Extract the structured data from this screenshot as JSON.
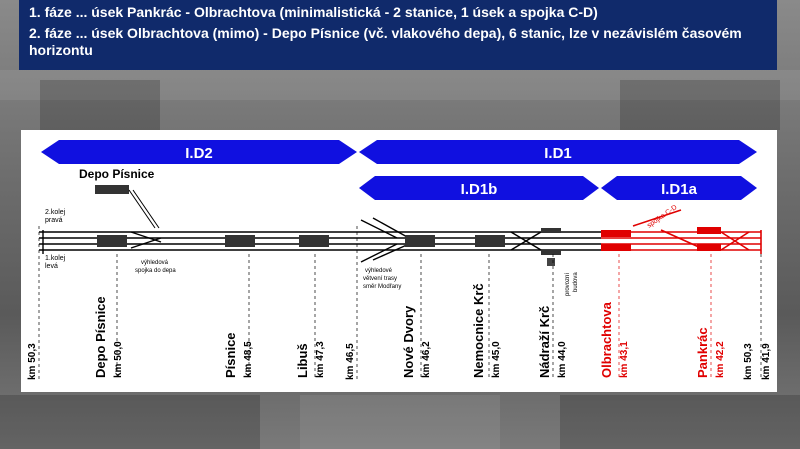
{
  "header": {
    "line1": "1. fáze ... úsek Pankrác - Olbrachtova (minimalistická - 2 stanice, 1 úsek a spojka C-D)",
    "line2": "2. fáze ... úsek Olbrachtova (mimo) - Depo Písnice (vč. vlakového depa), 6 stanic, lze v nezávislém časovém horizontu"
  },
  "sections": {
    "d2": "I.D2",
    "d1": "I.D1",
    "d1b": "I.D1b",
    "d1a": "I.D1a"
  },
  "labels": {
    "depo": "Depo Písnice",
    "track2": "2.kolej",
    "track2b": "pravá",
    "track1": "1.kolej",
    "track1b": "levá",
    "depo_spojka_1": "výhledová",
    "depo_spojka_2": "spojka do depa",
    "branch_1": "výhledové",
    "branch_2": "větvení trasy",
    "branch_3": "směr Modřany",
    "provozni_1": "provozní",
    "provozni_2": "budova",
    "spojka_cd": "spojka C-D"
  },
  "stations": [
    {
      "name": "Depo Písnice",
      "km": "km 50,0",
      "red": false
    },
    {
      "name": "Písnice",
      "km": "km 48,5",
      "red": false
    },
    {
      "name": "Libuš",
      "km": "km 47,3",
      "red": false
    },
    {
      "name": "Nové Dvory",
      "km": "km 46,2",
      "red": false
    },
    {
      "name": "Nemocnice Krč",
      "km": "km 45,0",
      "red": false
    },
    {
      "name": "Nádraží Krč",
      "km": "km 44,0",
      "red": false
    },
    {
      "name": "Olbrachtova",
      "km": "km 43,1",
      "red": true
    },
    {
      "name": "Pankrác",
      "km": "km 42,2",
      "red": true
    }
  ],
  "km_marks": {
    "start": "km 50,3",
    "mid": "km 46,5",
    "end1": "km 50,3",
    "end2": "km 41,9"
  },
  "colors": {
    "header_bg": "#102a6b",
    "arrow_blue": "#1010e0",
    "red": "#e00000",
    "track": "#000000"
  }
}
